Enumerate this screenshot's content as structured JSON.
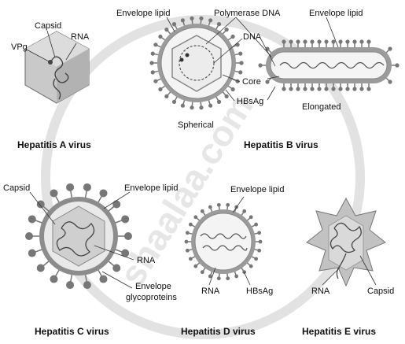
{
  "watermark": "shaalaa.com",
  "hav": {
    "title": "Hepatitis A virus",
    "labels": {
      "capsid": "Capsid",
      "rna": "RNA",
      "vpg": "VPg"
    }
  },
  "hbv": {
    "title": "Hepatitis B virus",
    "labels": {
      "envelope_lipid_left": "Envelope lipid",
      "polymerase_dna": "Polymerase DNA",
      "envelope_lipid_right": "Envelope lipid",
      "dna": "DNA",
      "core": "Core",
      "hbsag": "HBsAg",
      "spherical": "Spherical",
      "elongated": "Elongated"
    }
  },
  "hcv": {
    "title": "Hepatitis C virus",
    "labels": {
      "capsid": "Capsid",
      "envelope_lipid": "Envelope lipid",
      "rna": "RNA",
      "envelope_glyco_1": "Envelope",
      "envelope_glyco_2": "glycoproteins"
    }
  },
  "hdv": {
    "title": "Hepatitis D virus",
    "labels": {
      "envelope_lipid": "Envelope lipid",
      "rna": "RNA",
      "hbsag": "HBsAg"
    }
  },
  "hev": {
    "title": "Hepatitis E virus",
    "labels": {
      "rna": "RNA",
      "capsid": "Capsid"
    }
  },
  "colors": {
    "outline": "#555555",
    "hex_light": "#cfcfcf",
    "hex_dark": "#a9a9a9",
    "spike": "#777777",
    "membrane": "#8a8a8a",
    "wm_circle": "#e2e2e2"
  }
}
